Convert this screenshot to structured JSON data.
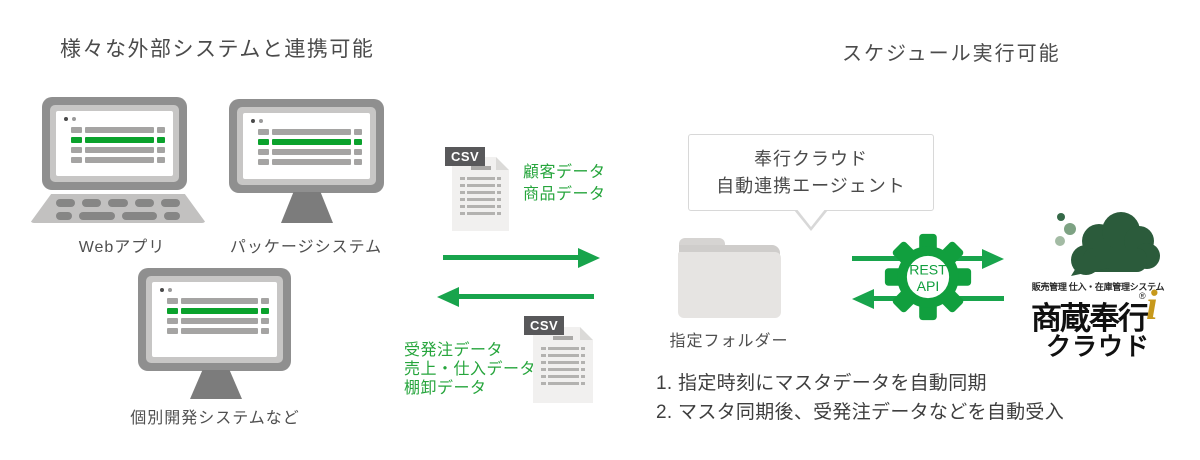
{
  "colors": {
    "accent_green": "#18a44c",
    "text_green": "#26a53c",
    "screen_bar_green": "#0aa22c",
    "logo_green": "#2b5b3b",
    "logo_gold": "#c7991c",
    "device_gray": "#8f8f8f",
    "text_dark": "#4a4a4a"
  },
  "left": {
    "title": "様々な外部システムと連携可能",
    "devices": [
      {
        "label": "Webアプリ"
      },
      {
        "label": "パッケージシステム"
      },
      {
        "label": "個別開発システムなど"
      }
    ]
  },
  "middle": {
    "csv_badge": "CSV",
    "to_cloud": [
      "顧客データ",
      "商品データ"
    ],
    "from_cloud": [
      "受発注データ",
      "売上・仕入データ",
      "棚卸データ"
    ]
  },
  "right": {
    "title": "スケジュール実行可能",
    "bubble": [
      "奉行クラウド",
      "自動連携エージェント"
    ],
    "folder_label": "指定フォルダー",
    "gear": [
      "REST",
      "API"
    ],
    "logo": {
      "tagline": "販売管理 仕入・在庫管理システム",
      "name": "商蔵奉行",
      "reg": "®",
      "i_mark": "i",
      "sub": "クラウド"
    },
    "steps": [
      "1. 指定時刻にマスタデータを自動同期",
      "2. マスタ同期後、受発注データなどを自動受入"
    ]
  }
}
